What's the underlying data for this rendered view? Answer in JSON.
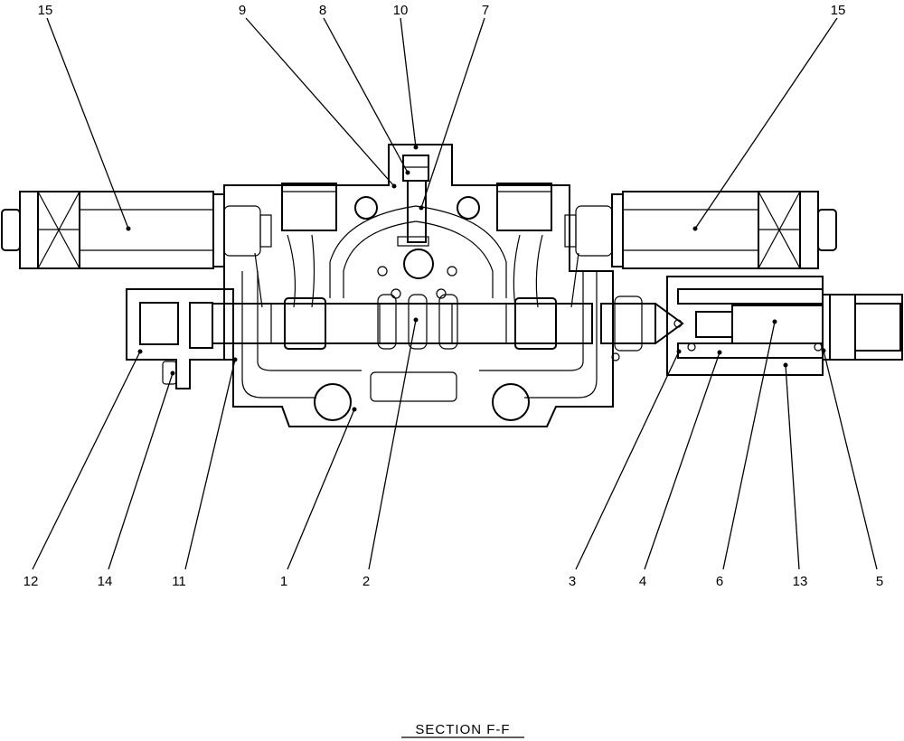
{
  "caption": "SECTION  F-F",
  "callouts": {
    "c15_left": "15",
    "c9": "9",
    "c8": "8",
    "c10": "10",
    "c7": "7",
    "c15_right": "15",
    "c12": "12",
    "c14": "14",
    "c11": "11",
    "c1": "1",
    "c2": "2",
    "c3": "3",
    "c4": "4",
    "c6": "6",
    "c13": "13",
    "c5": "5"
  }
}
